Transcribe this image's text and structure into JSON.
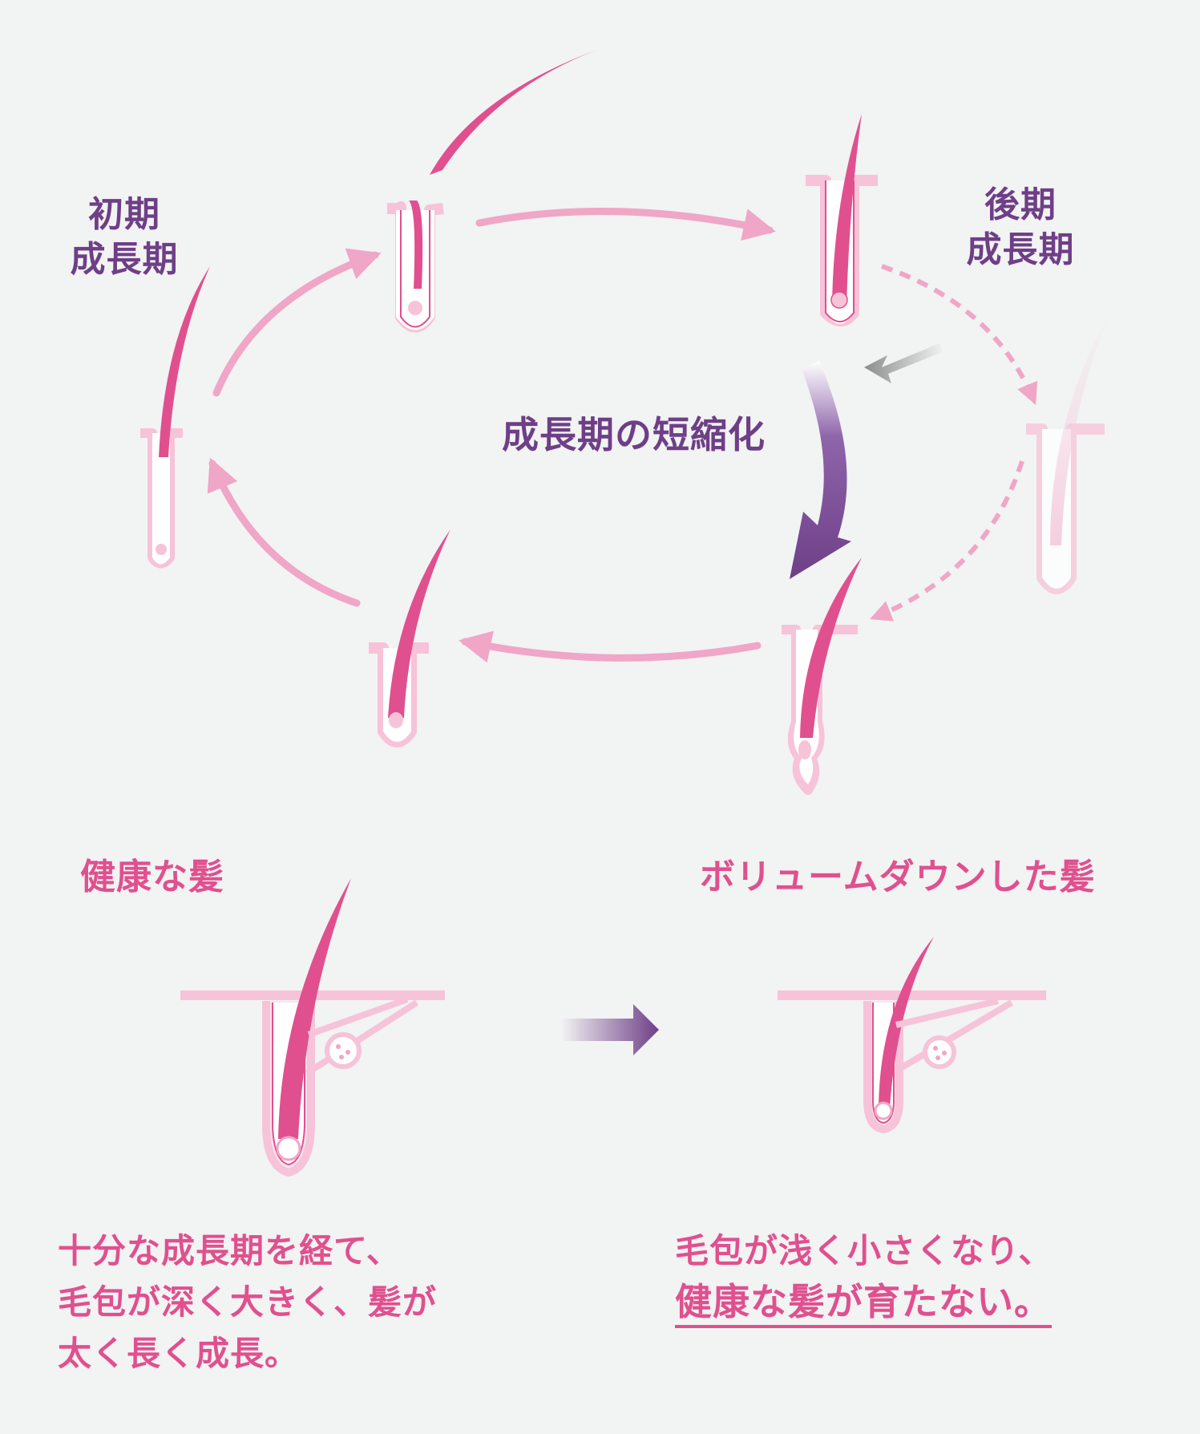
{
  "colors": {
    "background": "#f2f3f3",
    "hair_pink": "#e0508e",
    "follicle_light": "#f6c3d8",
    "arrow_pink": "#f0a6c6",
    "arrow_purple": "#6e3f87",
    "arrow_gray": "#999999",
    "text_purple": "#6e3f87",
    "text_pink": "#e0508e"
  },
  "cycle": {
    "early_label": "初期\n成長期",
    "late_label": "後期\n成長期",
    "shortening_label": "成長期の短縮化"
  },
  "comparison": {
    "healthy_title": "健康な髪",
    "volume_down_title": "ボリュームダウンした髪",
    "healthy_desc_lines": [
      "十分な成長期を経て、",
      "毛包が深く大きく、髪が",
      "太く長く成長。"
    ],
    "volume_down_desc_line1": "毛包が浅く小さくなり、",
    "volume_down_emphasis": "健康な髪が育たない。"
  }
}
